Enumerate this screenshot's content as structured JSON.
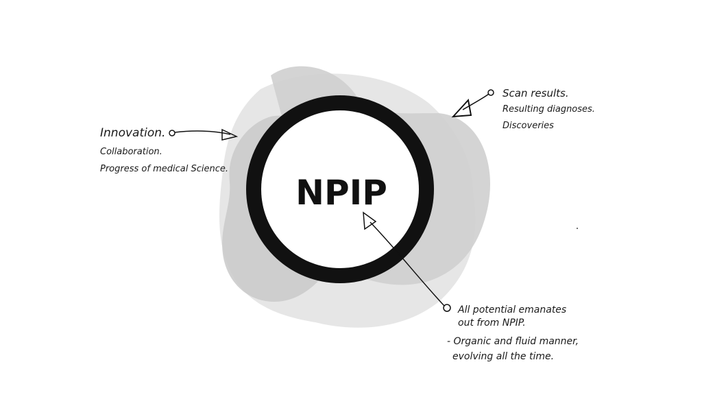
{
  "diagram": {
    "center_label": "NPIP",
    "left_notes": [
      "Innovation.",
      "Collaboration.",
      "Progress of medical Science."
    ],
    "right_top_notes": [
      "Scan results.",
      "Resulting diagnoses.",
      "Discoveries"
    ],
    "bottom_notes": [
      "All potential emanates",
      "out from NPIP.",
      "- Organic and fluid manner,",
      "evolving all the time."
    ]
  },
  "colors": {
    "background": "#ffffff",
    "ink": "#111111",
    "blob_light": "#e6e6e6",
    "blob_mid": "#cfcfcf",
    "blob_dark": "#bcbcbc"
  }
}
